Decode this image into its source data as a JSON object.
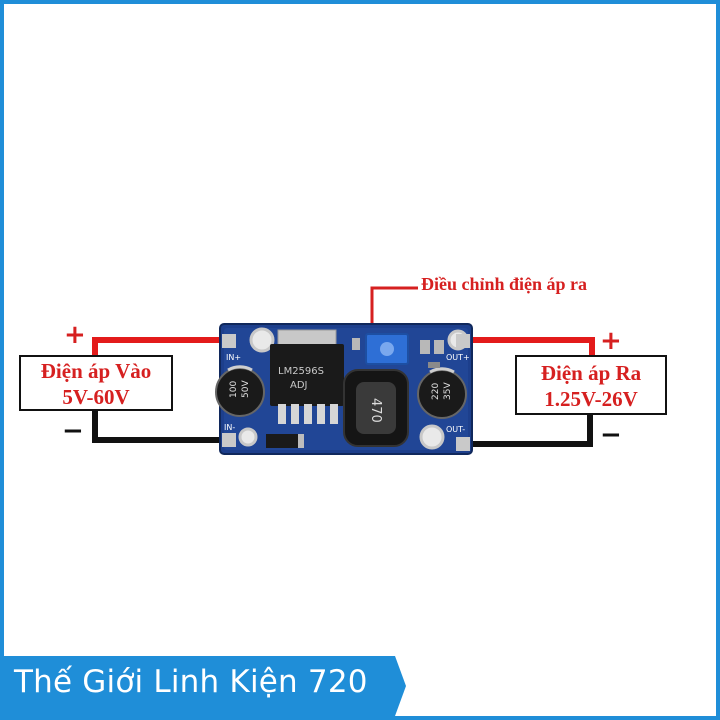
{
  "annotations": {
    "adjust_label": "Điều chỉnh điện áp ra",
    "input_box": {
      "line1": "Điện áp Vào",
      "line2": "5V-60V"
    },
    "output_box": {
      "line1": "Điện áp Ra",
      "line2": "1.25V-26V"
    },
    "input_plus": "+",
    "input_minus": "−",
    "output_plus": "+",
    "output_minus": "−"
  },
  "board": {
    "pad_in_plus": "IN+",
    "pad_in_minus": "IN-",
    "pad_out_plus": "OUT+",
    "pad_out_minus": "OUT-",
    "chip_line1": "LM2596S",
    "chip_line2": "ADJ",
    "cap_left_line1": "100",
    "cap_left_line2": "50V",
    "cap_right_line1": "220",
    "cap_right_line2": "35V",
    "inductor_label": "470"
  },
  "banner": {
    "text": "Thế Giới Linh Kiện 720"
  },
  "colors": {
    "brand_blue": "#1f8ed8",
    "label_red": "#d62020",
    "pcb_blue": "#1d3f8c",
    "wire_red": "#e31b1b",
    "wire_black": "#111111"
  }
}
